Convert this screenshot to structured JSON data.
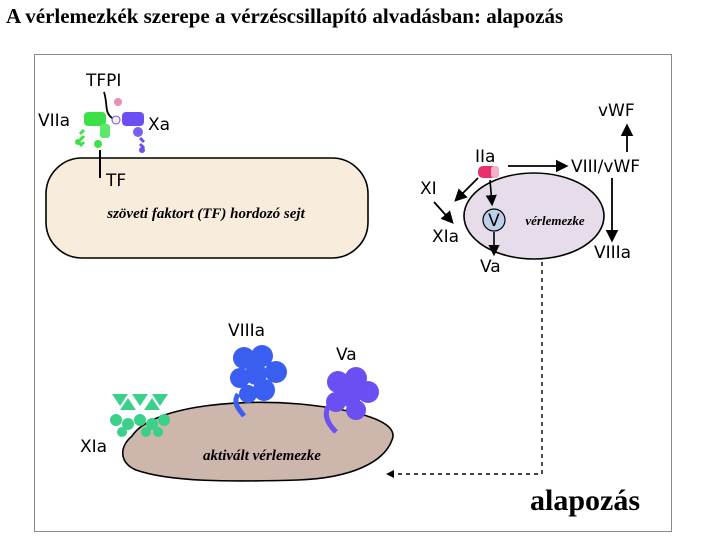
{
  "title": "A vérlemezkék szerepe a vérzéscsillapító alvadásban: alapozás",
  "cell_label": "szöveti faktort (TF) hordozó sejt",
  "platelet_label": "vérlemezke",
  "activated_platelet_label": "aktivált vérlemezke",
  "stage_label": "alapozás",
  "v_marker": "V",
  "factors": {
    "tfpi": "TFPI",
    "viia": "VIIa",
    "xa": "Xa",
    "tf": "TF",
    "iia": "IIa",
    "vwf": "vWF",
    "viii_vwf": "VIII/vWF",
    "xi": "XI",
    "xia": "XIa",
    "va": "Va",
    "viiia": "VIIIa",
    "viiia_bound": "VIIIa",
    "va_bound": "Va",
    "xia_bound": "XIa"
  },
  "colors": {
    "cell_fill": "#f8eddc",
    "platelet_fill": "#e6dcea",
    "activated_fill": "#cdb6ab",
    "green": "#3ee04a",
    "purple": "#6c4ff2",
    "blue": "#3a5ef0",
    "pink": "#e8316a",
    "mint": "#3ad08a"
  }
}
